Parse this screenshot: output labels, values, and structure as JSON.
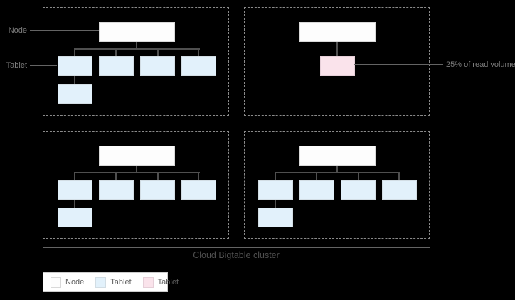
{
  "labels": {
    "node_pointer": "Node",
    "tablet_pointer": "Tablet",
    "read_volume_annotation": "25% of read volume",
    "cluster_caption": "Cloud Bigtable cluster"
  },
  "legend": {
    "items": [
      {
        "label": "Node",
        "swatch": "node-white"
      },
      {
        "label": "Tablet",
        "swatch": "tablet-blue"
      },
      {
        "label": "Tablet",
        "swatch": "tablet-pink"
      }
    ]
  },
  "diagram": {
    "quadrants": [
      {
        "name": "node-1",
        "row_tablets": 4,
        "overflow_tablets": 1,
        "hot_tablet": false
      },
      {
        "name": "node-2",
        "row_tablets": 0,
        "overflow_tablets": 0,
        "hot_tablet": true
      },
      {
        "name": "node-3",
        "row_tablets": 4,
        "overflow_tablets": 1,
        "hot_tablet": false
      },
      {
        "name": "node-4",
        "row_tablets": 4,
        "overflow_tablets": 1,
        "hot_tablet": false
      }
    ]
  },
  "colors": {
    "background": "#000000",
    "node_fill": "#fdfdfd",
    "node_border": "#d9d9d9",
    "tablet_blue_fill": "#e2f1fb",
    "tablet_blue_border": "#d2dde4",
    "tablet_pink_fill": "#fae3eb",
    "tablet_pink_border": "#e6cfd8",
    "dashed_border": "#8a8a8a",
    "connector": "#4f4f4f",
    "pointer_line": "#646464",
    "label_text": "#7d7d7d",
    "caption_text": "#4f4f4f",
    "legend_bg": "#ffffff",
    "legend_border": "#cccccc",
    "legend_text": "#5f5f5f"
  }
}
